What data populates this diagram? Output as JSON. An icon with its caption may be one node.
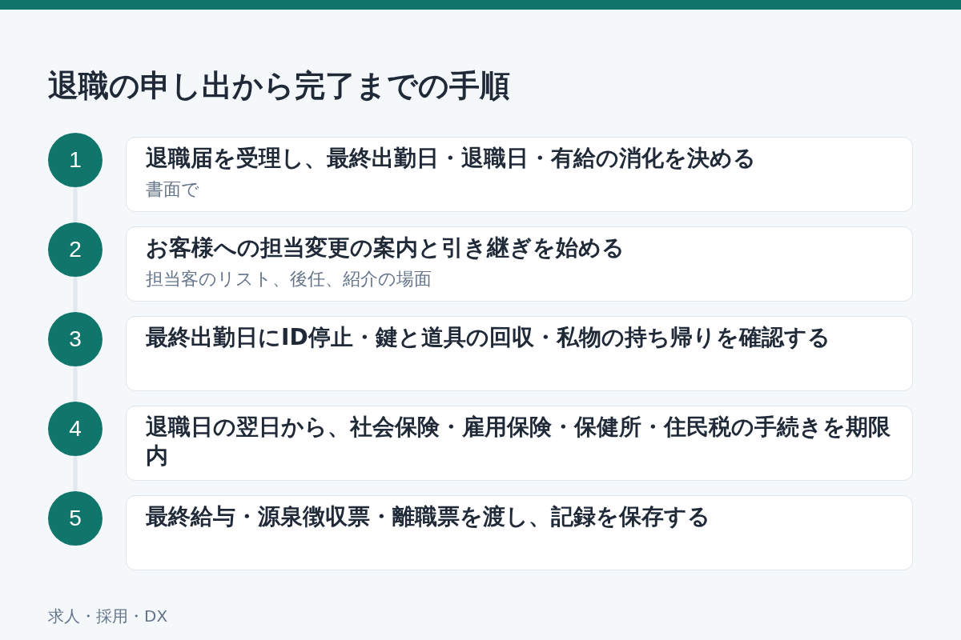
{
  "diagram": {
    "title": "退職の申し出から完了までの手順",
    "nodes": [
      {
        "text": [
          "1"
        ]
      },
      {
        "text": [
          "退職届を受理し、最終出勤日・退職日・有給の消化を決める",
          "書面で"
        ]
      },
      {
        "text": [
          "2"
        ]
      },
      {
        "text": [
          "お客様への担当変更の案内と引き継ぎを始める",
          "担当客のリスト、後任、紹介の場面"
        ]
      },
      {
        "text": [
          "3"
        ]
      },
      {
        "text": [
          "最終出勤日にID停止・鍵と道具の回収・私物の持ち帰りを確認する"
        ]
      },
      {
        "text": [
          "4"
        ]
      },
      {
        "text": [
          "退職日の翌日から、社会保険・雇用保険・保健所・住民税の手続きを期限内"
        ]
      },
      {
        "text": [
          "5"
        ]
      },
      {
        "text": [
          "最終給与・源泉徴収票・離職票を渡し、記録を保存する"
        ]
      }
    ],
    "edges": [
      {
        "from": 0,
        "to": 2,
        "arrow": "none"
      },
      {
        "from": 2,
        "to": 4,
        "arrow": "none"
      },
      {
        "from": 4,
        "to": 6,
        "arrow": "none"
      },
      {
        "from": 6,
        "to": 8,
        "arrow": "none"
      }
    ],
    "labels": [
      "求人・採用・DX"
    ]
  }
}
